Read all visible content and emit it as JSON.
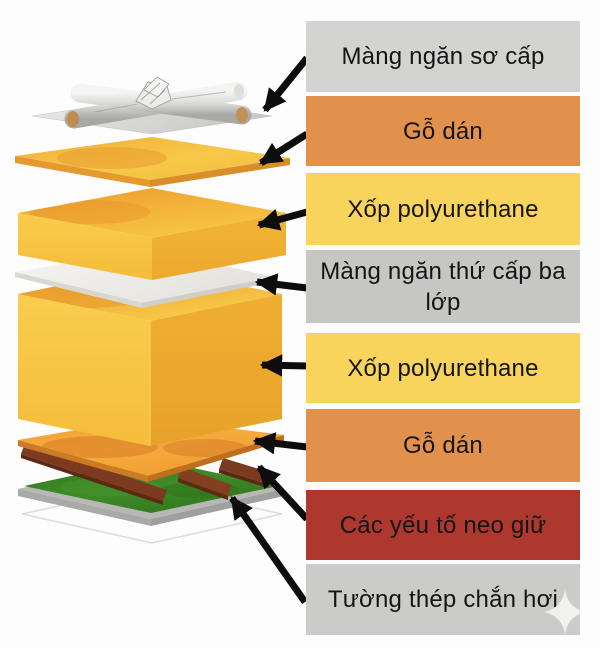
{
  "figure": {
    "text_color": "#141414",
    "labels": [
      {
        "text": "Màng ngăn sơ cấp",
        "bg": "#d3d4d2"
      },
      {
        "text": "Gỗ dán",
        "bg": "#e2914c"
      },
      {
        "text": "Xốp polyurethane",
        "bg": "#f8d45c"
      },
      {
        "text": "Màng ngăn thứ cấp ba lớp",
        "bg": "#c6c7c5"
      },
      {
        "text": "Xốp polyurethane",
        "bg": "#f8d45c"
      },
      {
        "text": "Gỗ dán",
        "bg": "#e2914c"
      },
      {
        "text": "Các yếu tố neo giữ",
        "bg": "#ae372e"
      },
      {
        "text": "Tường thép chắn hơi",
        "bg": "#cbccc9"
      }
    ],
    "diagram_layers": [
      {
        "name": "primary-membrane",
        "color": "#d8d8d6"
      },
      {
        "name": "plywood-top",
        "color": "#f3c043"
      },
      {
        "name": "polyurethane-foam-top",
        "color": "#f6c542"
      },
      {
        "name": "secondary-membrane-triplex",
        "color": "#f2f1ed"
      },
      {
        "name": "polyurethane-foam-bottom",
        "color": "#f6c542"
      },
      {
        "name": "plywood-bottom",
        "color": "#f2a238"
      },
      {
        "name": "anchoring-elements",
        "color": "#7d3a20"
      },
      {
        "name": "steel-vapor-barrier",
        "color": "#35791f"
      }
    ],
    "arrow_color": "#0d0d0d",
    "sparkle_color": "#ffffff"
  }
}
